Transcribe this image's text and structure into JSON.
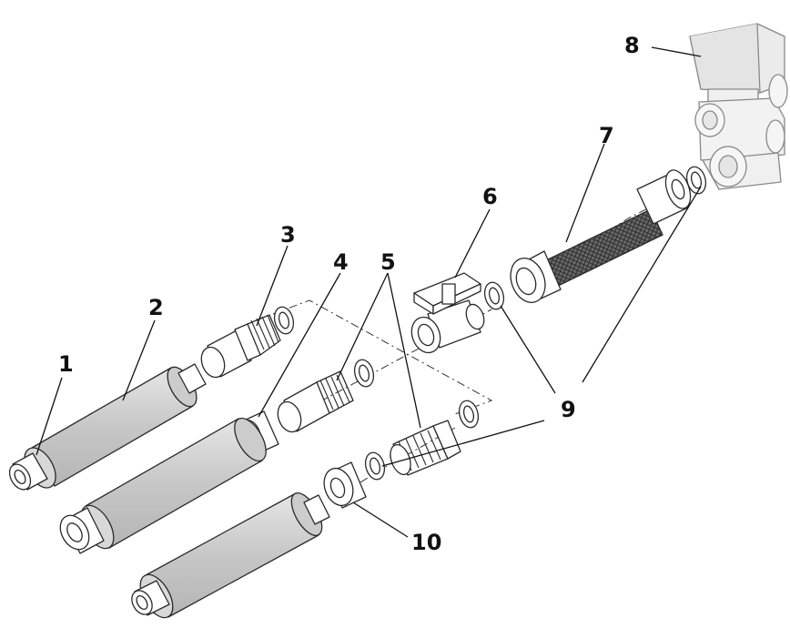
{
  "diagram": {
    "callouts": [
      {
        "id": "c1",
        "label": "1"
      },
      {
        "id": "c2",
        "label": "2"
      },
      {
        "id": "c3",
        "label": "3"
      },
      {
        "id": "c4",
        "label": "4"
      },
      {
        "id": "c5",
        "label": "5"
      },
      {
        "id": "c6",
        "label": "6"
      },
      {
        "id": "c7",
        "label": "7"
      },
      {
        "id": "c8",
        "label": "8"
      },
      {
        "id": "c9",
        "label": "9"
      },
      {
        "id": "c10",
        "label": "10"
      }
    ],
    "colors": {
      "insulation": "#cfcfcf",
      "metal": "#ffffff",
      "valve_body": "#dedede",
      "braid": "#555555",
      "ink": "#111111"
    }
  }
}
